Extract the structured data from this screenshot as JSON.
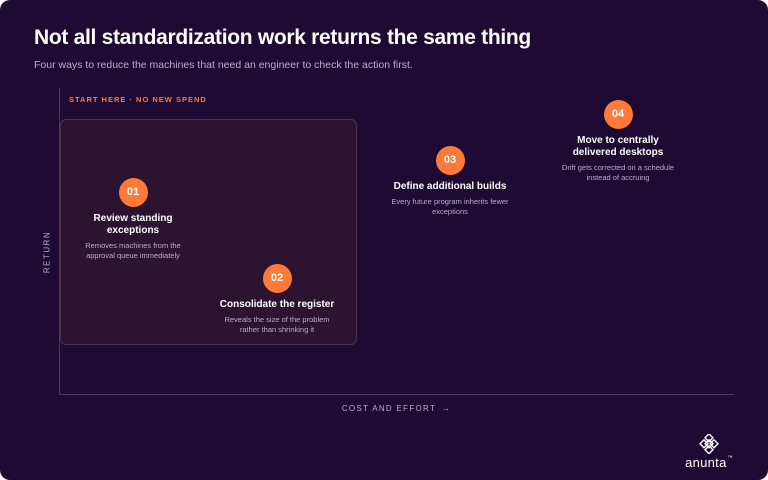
{
  "header": {
    "title": "Not all standardization work returns the same thing",
    "subtitle": "Four ways to reduce the machines that need an engineer to check the action first."
  },
  "axes": {
    "y_label": "RETURN",
    "x_label": "COST AND EFFORT",
    "x_arrow": "→"
  },
  "zone": {
    "label": "START HERE · NO NEW SPEND"
  },
  "steps": [
    {
      "number": "01",
      "title": "Review standing exceptions",
      "description": "Removes machines from the approval queue immediately"
    },
    {
      "number": "02",
      "title": "Consolidate the register",
      "description": "Reveals the size of the problem rather than shrinking it"
    },
    {
      "number": "03",
      "title": "Define additional builds",
      "description": "Every future program inherits fewer exceptions"
    },
    {
      "number": "04",
      "title": "Move to centrally delivered desktops",
      "description": "Drift gets corrected on a schedule instead of accruing"
    }
  ],
  "brand": {
    "logo_text": "anunta",
    "logo_mark": "™",
    "accent_color": "#ff7a38",
    "background_color": "#1e0a33"
  }
}
